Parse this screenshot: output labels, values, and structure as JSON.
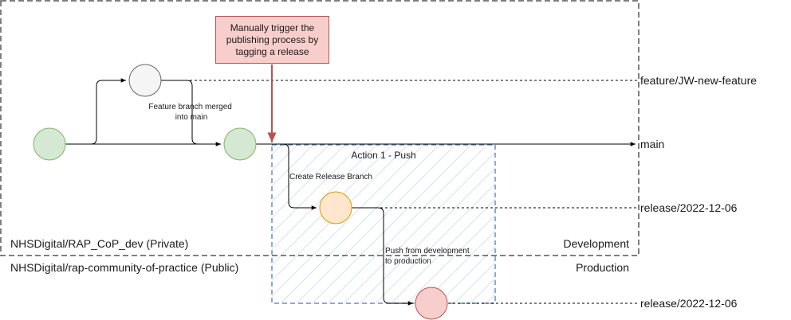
{
  "callout": {
    "text": "Manually trigger the publishing process by tagging a release"
  },
  "branches": {
    "feature": "feature/JW-new-feature",
    "main": "main",
    "release_dev": "release/2022-12-06",
    "release_prod": "release/2022-12-06"
  },
  "repos": {
    "dev_repo": "NHSDigital/RAP_CoP_dev (Private)",
    "dev_env": "Development",
    "public_repo": "NHSDigital/rap-community-of-practice (Public)",
    "prod_env": "Production"
  },
  "action": {
    "title": "Action 1 - Push"
  },
  "edge_labels": {
    "merge_line1": "Feature branch merged",
    "merge_line2": "into main",
    "create_release": "Create Release Branch",
    "push_line1": "Push from development",
    "push_line2": "to production"
  },
  "colors": {
    "green_fill": "#d5e8d4",
    "green_stroke": "#82b366",
    "grey_fill": "#f5f5f5",
    "grey_stroke": "#666666",
    "yellow_fill": "#ffe6cc",
    "yellow_stroke": "#d79b00",
    "red_fill": "#f8cecc",
    "red_stroke": "#b85450",
    "action_border": "#6c8ebf"
  }
}
